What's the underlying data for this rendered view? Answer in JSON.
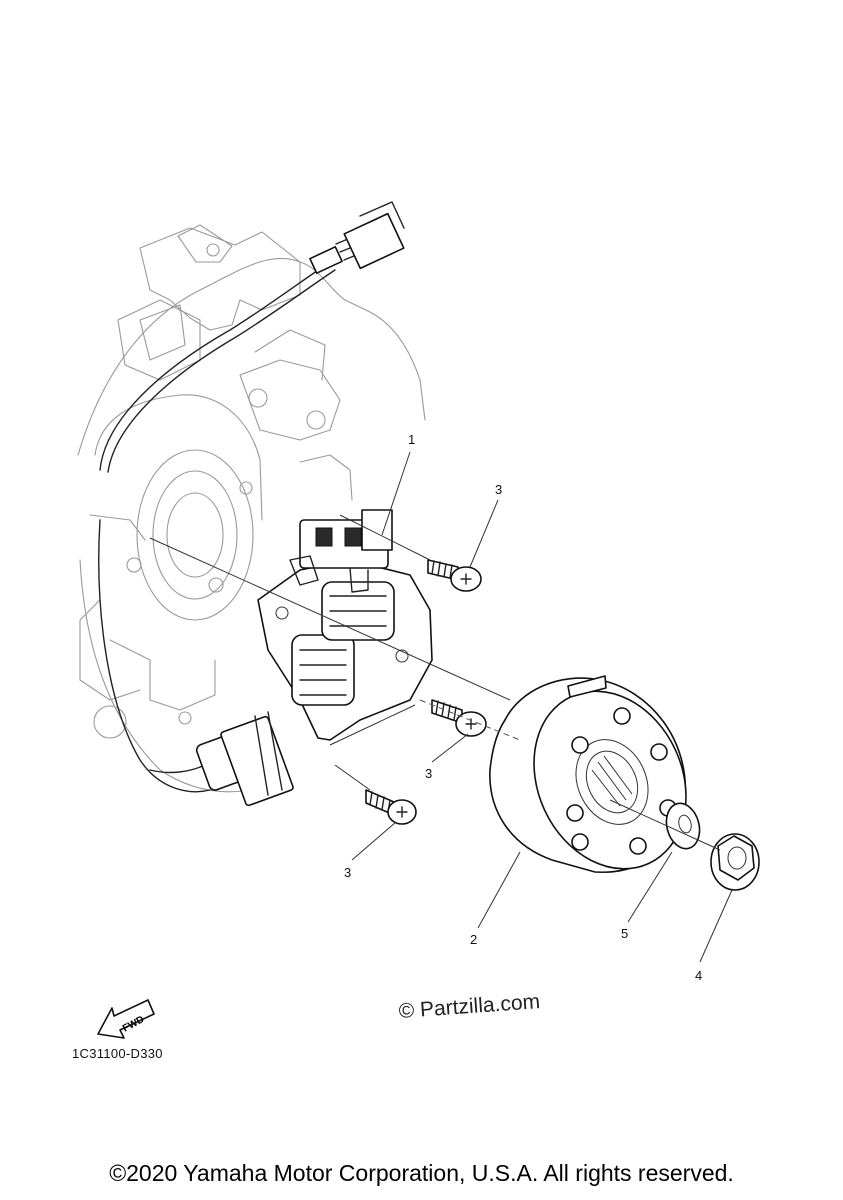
{
  "diagram": {
    "callouts": {
      "c1": "1",
      "c2": "2",
      "c3a": "3",
      "c3b": "3",
      "c3c": "3",
      "c4": "4",
      "c5": "5"
    },
    "fwd_label": "FWD",
    "reference_code": "1C31100-D330"
  },
  "watermark": "© Partzilla.com",
  "copyright": "©2020 Yamaha Motor Corporation, U.S.A. All rights reserved.",
  "colors": {
    "line": "#222222",
    "background": "#ffffff"
  }
}
